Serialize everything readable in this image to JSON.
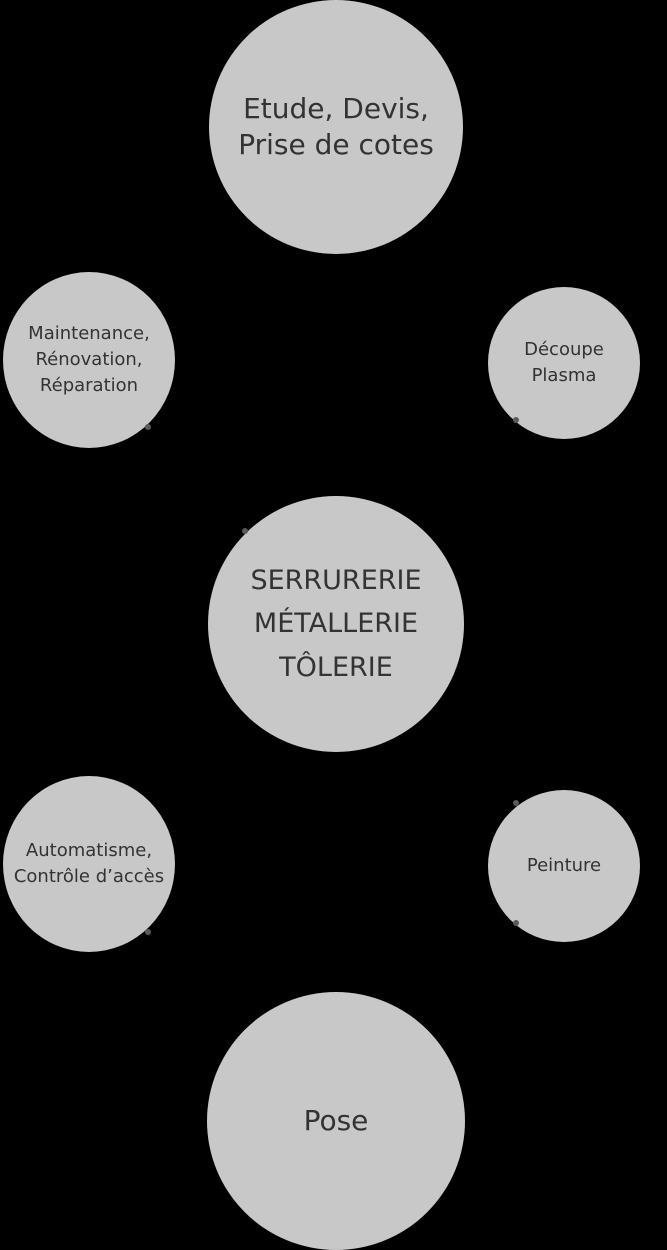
{
  "nodes": {
    "top": {
      "lines": [
        "Etude, Devis,",
        "Prise de cotes"
      ]
    },
    "center": {
      "lines": [
        "SERRURERIE",
        "MÉTALLERIE",
        "TÔLERIE"
      ]
    },
    "bottom": {
      "lines": [
        "Pose"
      ]
    },
    "maintenance": {
      "lines": [
        "Maintenance,",
        "Rénovation,",
        "Réparation"
      ]
    },
    "decoupe": {
      "lines": [
        "Découpe",
        "Plasma"
      ]
    },
    "automatisme": {
      "lines": [
        "Automatisme,",
        "Contrôle d’accès"
      ]
    },
    "peinture": {
      "lines": [
        "Peinture"
      ]
    }
  },
  "colors": {
    "background": "#000000",
    "node_fill": "#c8c8c8",
    "text": "#333333"
  }
}
